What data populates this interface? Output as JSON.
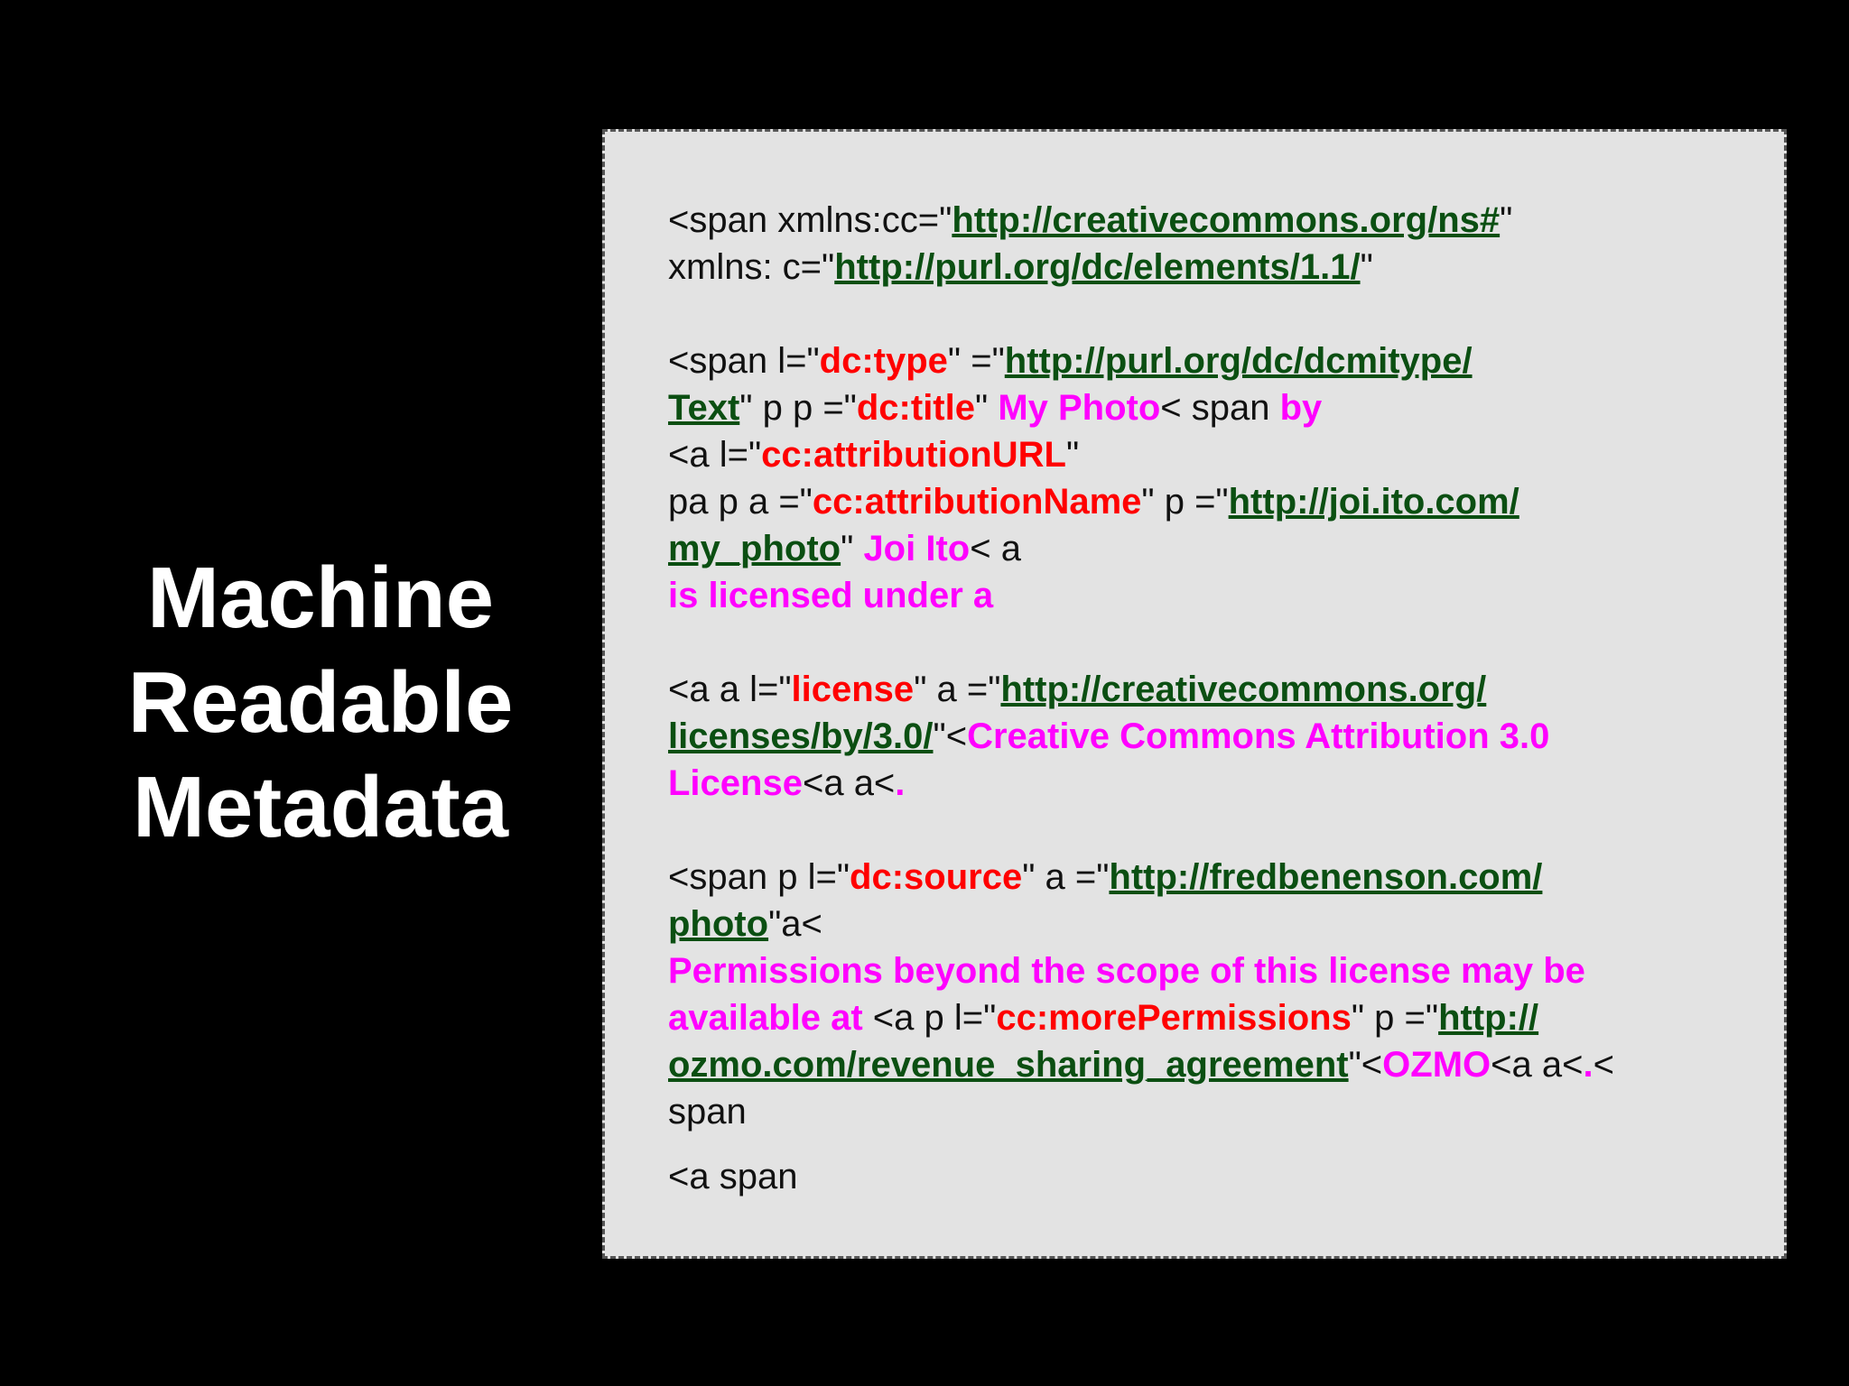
{
  "slide": {
    "title_lines": [
      "Machine",
      "Readable",
      "Metadata"
    ]
  },
  "colors": {
    "background": "#000000",
    "panel": "#e3e3e3",
    "attribute": "#ff0000",
    "link": "#0b4f12",
    "highlight": "#ff00ff"
  },
  "code": {
    "l1": [
      "<span xmlns:cc=\"",
      "http://creativecommons.org/ns#",
      "\""
    ],
    "l2": [
      "xmlns:  c=\"",
      "http://purl.org/dc/elements/1.1/",
      "\""
    ],
    "l3": [
      "<span    l=\"",
      "dc:type",
      "\"       =\"",
      "http://purl.org/dc/dcmitype/"
    ],
    "l4": [
      "Text",
      "\" p   p      =\"",
      "dc:title",
      "\"  ",
      "My Photo",
      "< span   ",
      "by"
    ],
    "l5": [
      "<a    l=\"",
      "cc:attributionURL",
      "\""
    ],
    "l6": [
      "pa p  a  =\"",
      "cc:attributionName",
      "\"   p  =\"",
      "http://joi.ito.com/"
    ],
    "l7": [
      "my_photo",
      "\"  ",
      "Joi Ito",
      "< a"
    ],
    "l8": [
      "is licensed under a"
    ],
    "l9": [
      "<a a l=\"",
      "license",
      "\"   a  =\"",
      "http://creativecommons.org/"
    ],
    "l10": [
      "licenses/by/3.0/",
      "\"<",
      "Creative Commons Attribution 3.0"
    ],
    "l11": [
      "License",
      "<a a<",
      "."
    ],
    "l12": [
      "<span p l=\"",
      "dc:source",
      "\"   a  =\"",
      "http://fredbenenson.com/"
    ],
    "l13": [
      "photo",
      "\"a<"
    ],
    "l14": [
      "Permissions beyond the scope of this license may be"
    ],
    "l15": [
      "available at ",
      "<a p l=\"",
      "cc:morePermissions",
      "\"   p  =\"",
      "http://"
    ],
    "l16": [
      "ozmo.com/revenue_sharing_agreement",
      "\"<",
      "OZMO",
      "<a a<",
      ".",
      "<"
    ],
    "l17": [
      "span"
    ],
    "l18": [
      "<a span"
    ]
  }
}
